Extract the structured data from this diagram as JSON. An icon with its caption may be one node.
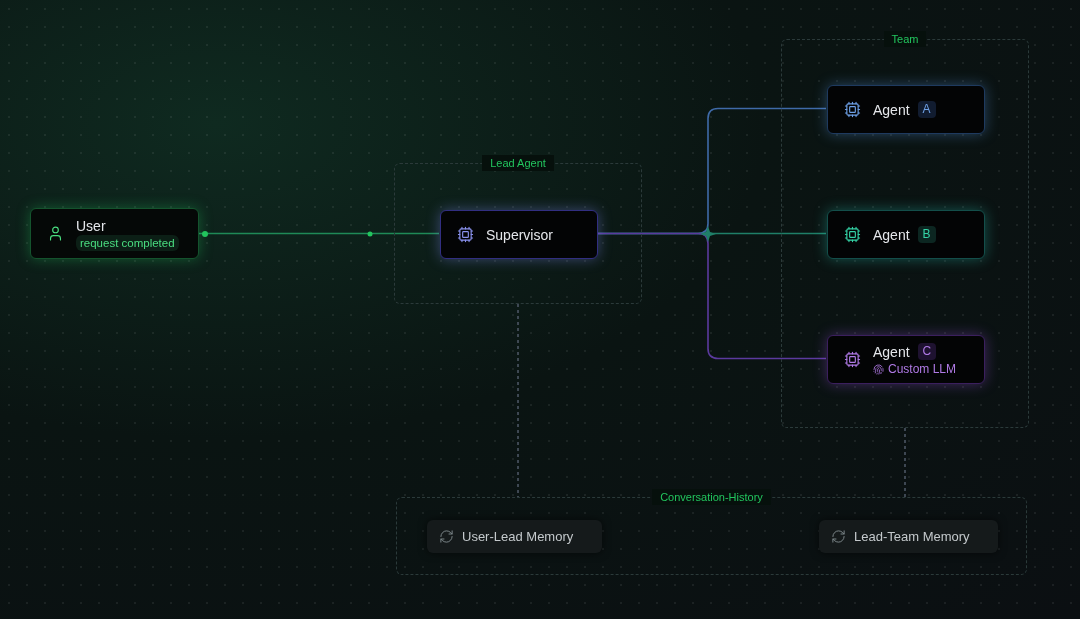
{
  "diagram": {
    "nodes": [
      {
        "text": [
          "User",
          "request completed"
        ]
      },
      {
        "text": [
          "Lead Agent"
        ]
      },
      {
        "text": [
          "Supervisor"
        ],
        "in": 1
      },
      {
        "text": [
          "Team"
        ]
      },
      {
        "text": [
          "Agent",
          "A"
        ],
        "in": 3
      },
      {
        "text": [
          "Agent",
          "B"
        ],
        "in": 3
      },
      {
        "text": [
          "Agent",
          "C",
          "Custom LLM"
        ],
        "in": 3
      },
      {
        "text": [
          "Conversation-History"
        ]
      },
      {
        "text": [
          "User-Lead Memory"
        ],
        "in": 7
      },
      {
        "text": [
          "Lead-Team Memory"
        ],
        "in": 7
      }
    ],
    "edges": [
      {
        "from": 0,
        "to": 2,
        "arrow": "none",
        "color": "#1f8a57"
      },
      {
        "from": 2,
        "to": 4,
        "arrow": "none",
        "color": "#3f6aa8"
      },
      {
        "from": 2,
        "to": 5,
        "arrow": "none",
        "color": "#1f7f68"
      },
      {
        "from": 2,
        "to": 6,
        "arrow": "none",
        "color": "#5b3a9e"
      },
      {
        "from": 1,
        "to": 7,
        "arrow": "none",
        "style": "dashed",
        "color": "#4b5563"
      },
      {
        "from": 3,
        "to": 7,
        "arrow": "none",
        "style": "dashed",
        "color": "#4b5563"
      }
    ]
  }
}
